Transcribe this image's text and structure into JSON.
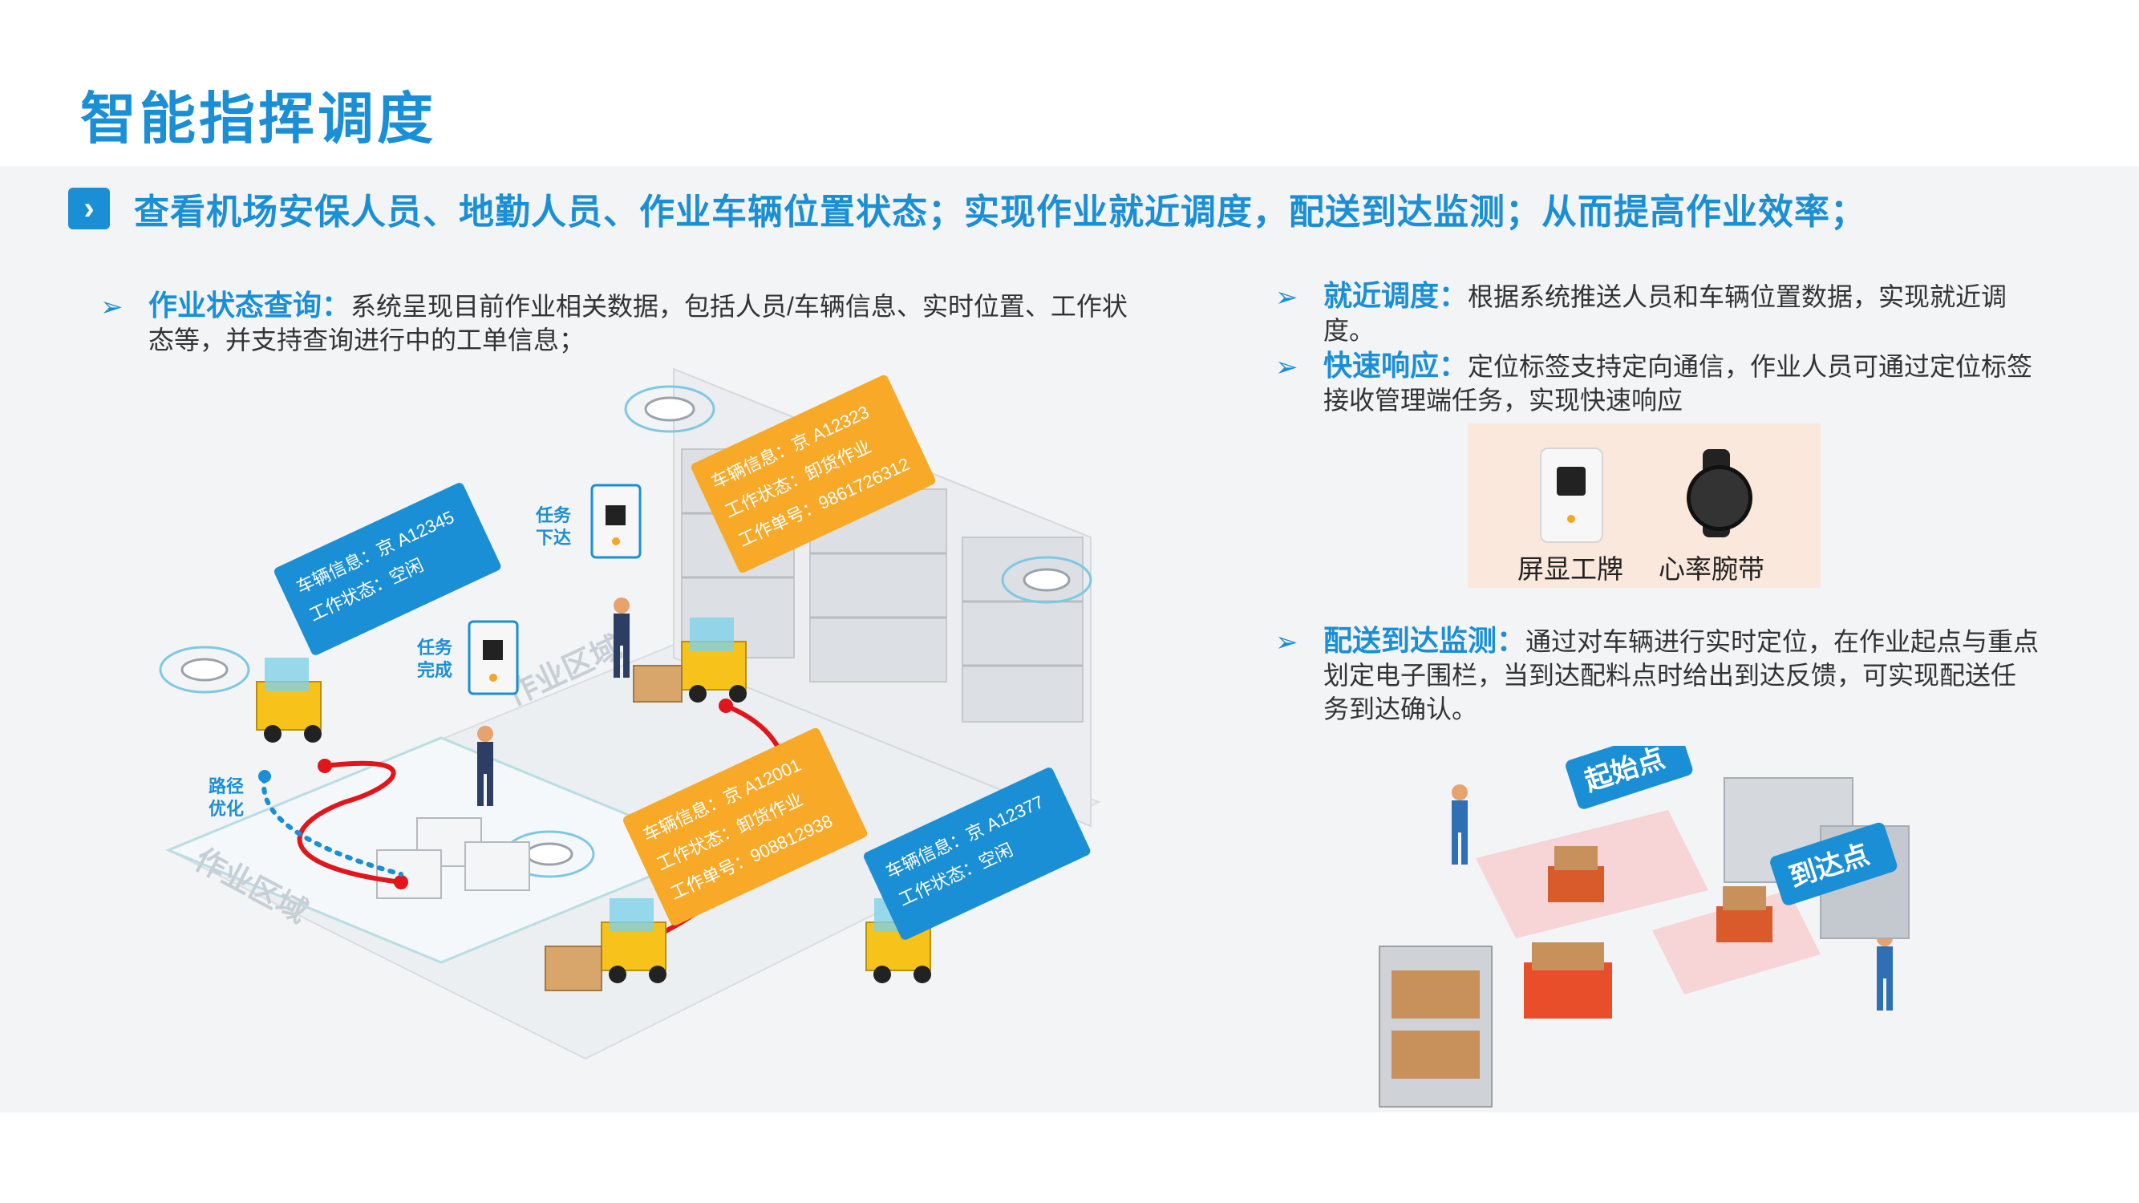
{
  "title": "智能指挥调度",
  "headline": "查看机场安保人员、地勤人员、作业车辆位置状态；实现作业就近调度，配送到达监测；从而提高作业效率；",
  "bullets": {
    "status_query": {
      "key": "作业状态查询：",
      "text": "系统呈现目前作业相关数据，包括人员/车辆信息、实时位置、工作状态等，并支持查询进行中的工单信息；"
    },
    "nearby_dispatch": {
      "key": "就近调度：",
      "text": "根据系统推送人员和车辆位置数据，实现就近调度。"
    },
    "fast_response": {
      "key": "快速响应：",
      "text": "定位标签支持定向通信，作业人员可通过定位标签接收管理端任务，实现快速响应"
    },
    "delivery_monitor": {
      "key": "配送到达监测：",
      "text": "通过对车辆进行实时定位，在作业起点与重点划定电子围栏，当到达配料点时给出到达反馈，可实现配送任务到达确认。"
    }
  },
  "devices": {
    "badge": "屏显工牌",
    "band": "心率腕带"
  },
  "scene": {
    "tags": [
      {
        "l1": "车辆信息：京 A12345",
        "l2": "工作状态：空闲",
        "l3": ""
      },
      {
        "l1": "车辆信息：京 A12323",
        "l2": "工作状态：卸货作业",
        "l3": "工作单号：9861726312"
      },
      {
        "l1": "车辆信息：京 A12001",
        "l2": "工作状态：卸货作业",
        "l3": "工作单号：908812938"
      },
      {
        "l1": "车辆信息：京 A12377",
        "l2": "工作状态：空闲",
        "l3": ""
      }
    ],
    "task_assign": [
      "任务",
      "下达"
    ],
    "task_done": [
      "任务",
      "完成"
    ],
    "route": [
      "路径",
      "优化"
    ],
    "zone": "作业区域"
  },
  "delivery": {
    "start": "起始点",
    "arrive": "到达点"
  },
  "colors": {
    "accent": "#1b8fd6",
    "orange": "#f7a927",
    "route_red": "#e0161c"
  }
}
